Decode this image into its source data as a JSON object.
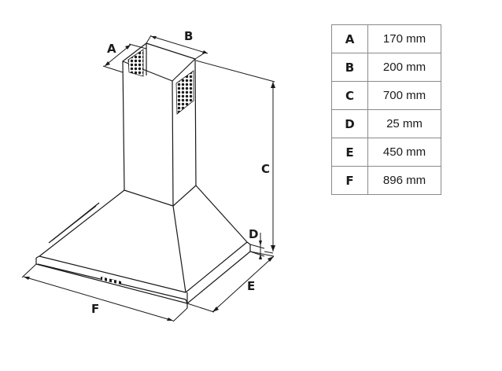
{
  "labels": {
    "A": "A",
    "B": "B",
    "C": "C",
    "D": "D",
    "E": "E",
    "F": "F"
  },
  "table": {
    "rows": [
      {
        "key": "A",
        "value": "170 mm"
      },
      {
        "key": "B",
        "value": "200 mm"
      },
      {
        "key": "C",
        "value": "700 mm"
      },
      {
        "key": "D",
        "value": "25 mm"
      },
      {
        "key": "E",
        "value": "450 mm"
      },
      {
        "key": "F",
        "value": "896 mm"
      }
    ]
  }
}
